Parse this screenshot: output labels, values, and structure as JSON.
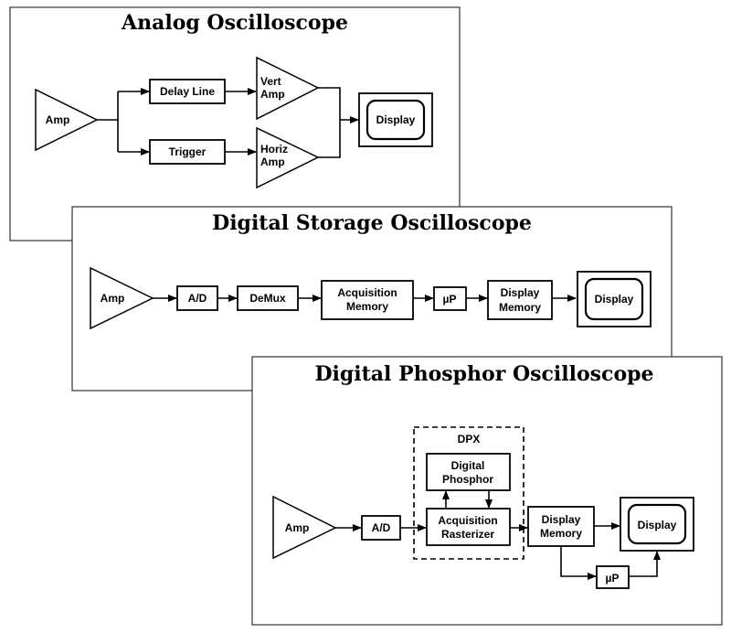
{
  "analog": {
    "title": "Analog Oscilloscope",
    "amp": "Amp",
    "delay_line": "Delay Line",
    "trigger": "Trigger",
    "vert_amp": [
      "Vert",
      "Amp"
    ],
    "horiz_amp": [
      "Horiz",
      "Amp"
    ],
    "display": "Display"
  },
  "dso": {
    "title": "Digital Storage Oscilloscope",
    "amp": "Amp",
    "ad": "A/D",
    "demux": "DeMux",
    "acq_memory": [
      "Acquisition",
      "Memory"
    ],
    "up": "µP",
    "display_memory": [
      "Display",
      "Memory"
    ],
    "display": "Display"
  },
  "dpo": {
    "title": "Digital Phosphor Oscilloscope",
    "amp": "Amp",
    "ad": "A/D",
    "dpx": "DPX",
    "digital_phosphor": [
      "Digital",
      "Phosphor"
    ],
    "acq_rasterizer": [
      "Acquisition",
      "Rasterizer"
    ],
    "display_memory": [
      "Display",
      "Memory"
    ],
    "up": "µP",
    "display": "Display"
  }
}
